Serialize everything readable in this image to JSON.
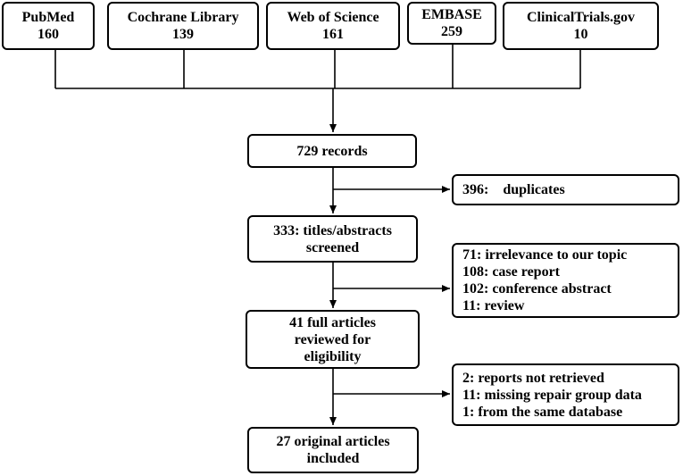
{
  "sources": [
    {
      "name": "PubMed",
      "count": "160"
    },
    {
      "name": "Cochrane Library",
      "count": "139"
    },
    {
      "name": "Web of Science",
      "count": "161"
    },
    {
      "name": "EMBASE",
      "count": "259"
    },
    {
      "name": "ClinicalTrials.gov",
      "count": "10"
    }
  ],
  "flow": {
    "records": "729 records",
    "screened": [
      "333: titles/abstracts",
      "screened"
    ],
    "full_review": [
      "41 full articles",
      "reviewed for",
      "eligibility"
    ],
    "included": [
      "27 original articles",
      "included"
    ]
  },
  "exclusions": {
    "duplicates": "396:　duplicates",
    "screening": [
      "71:  irrelevance to our topic",
      "108: case report",
      "102: conference abstract",
      "11: review"
    ],
    "eligibility": [
      "2: reports not retrieved",
      "11: missing repair group data",
      "1: from the same database"
    ]
  }
}
